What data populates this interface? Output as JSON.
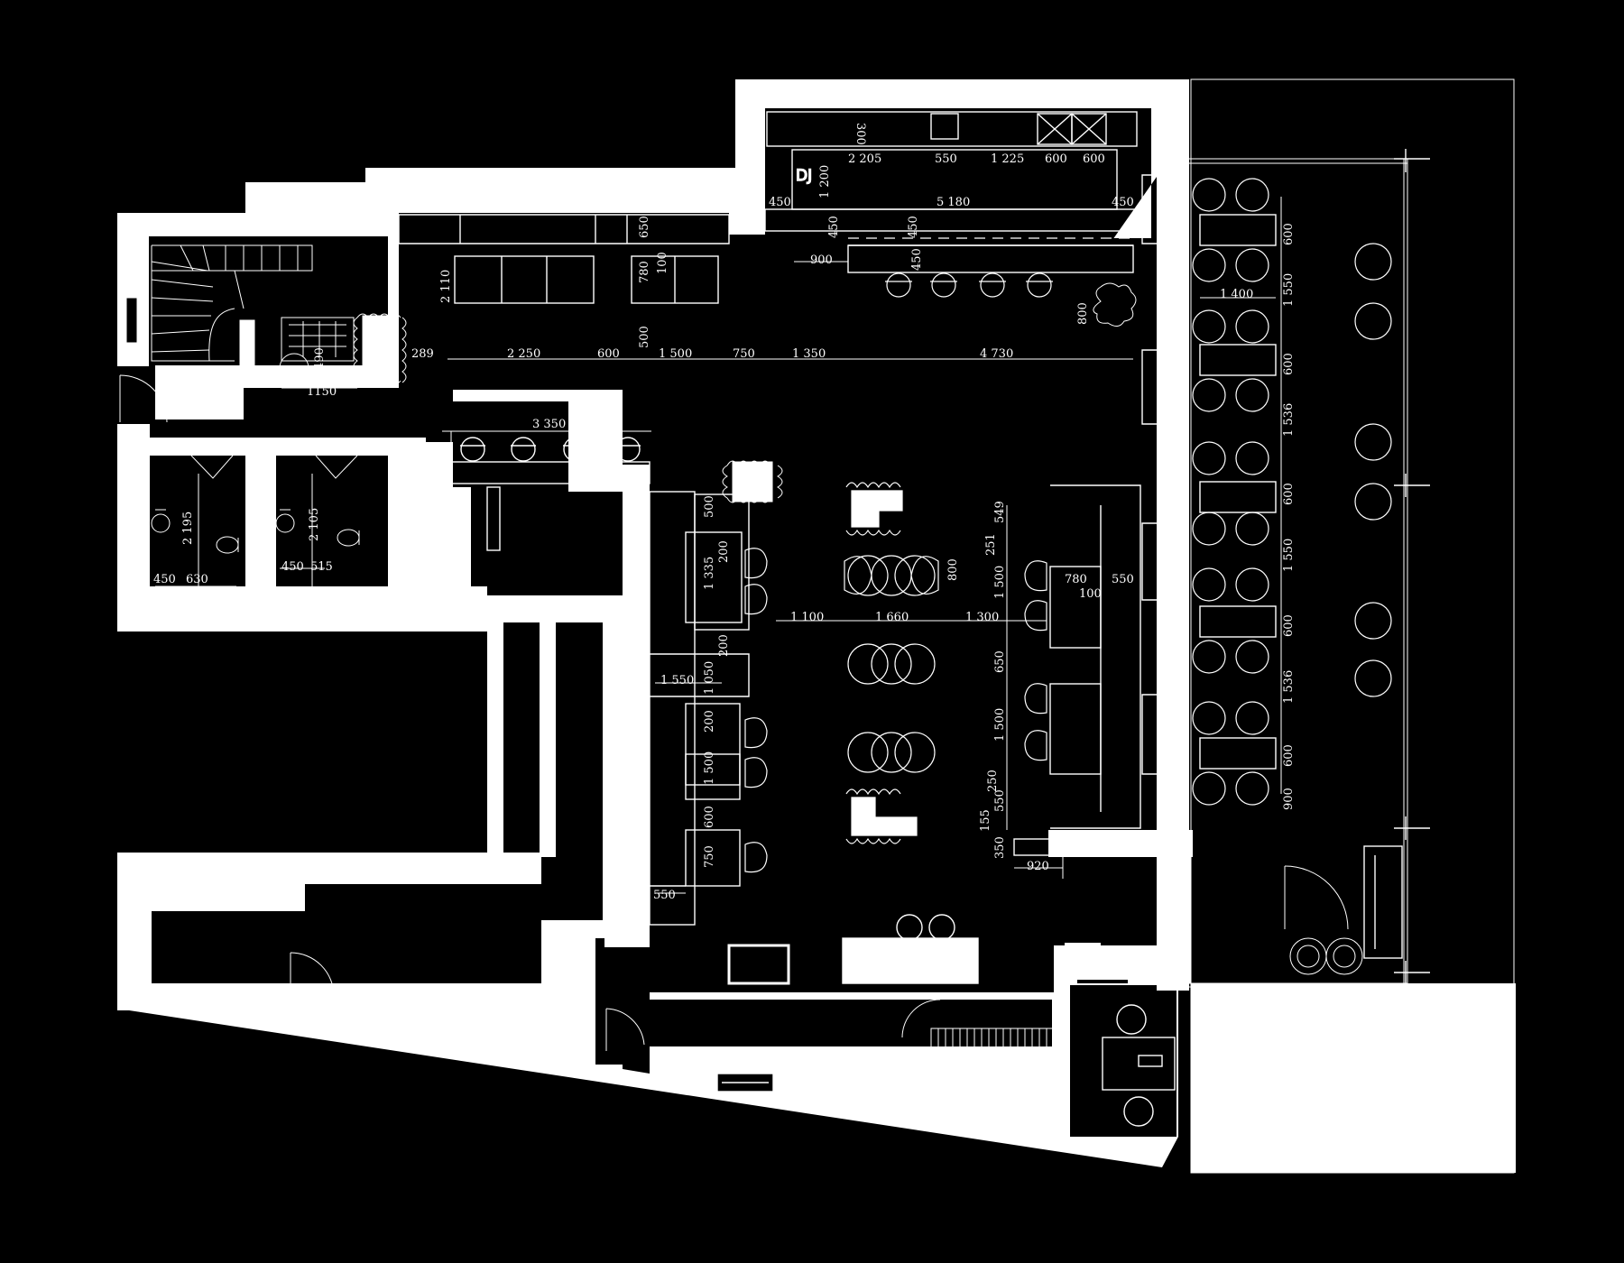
{
  "labels": {
    "dj": "DJ"
  },
  "dimensions": {
    "top_bar": [
      "300",
      "2 205",
      "550",
      "1 225",
      "600",
      "600",
      "1 200",
      "450",
      "5 180",
      "450",
      "450",
      "450",
      "450",
      "900"
    ],
    "north_row": [
      "650",
      "2 110",
      "780",
      "100",
      "500",
      "289",
      "2 250",
      "600",
      "1 500",
      "750",
      "1 350",
      "4 730",
      "800"
    ],
    "stairs": [
      "490",
      "1150"
    ],
    "wc": [
      "2 195",
      "450",
      "630",
      "2 105",
      "450",
      "515"
    ],
    "counter": [
      "3 350",
      "350"
    ],
    "left_booths": [
      "500",
      "1 335",
      "200",
      "200",
      "1 050",
      "1 550",
      "200",
      "1 500",
      "600",
      "750",
      "550"
    ],
    "center": [
      "1 100",
      "1 660",
      "800",
      "1 300"
    ],
    "right_booths": [
      "549",
      "251",
      "1 500",
      "780",
      "550",
      "100",
      "650",
      "1 500",
      "250",
      "550",
      "155",
      "350",
      "920"
    ],
    "terrace": [
      "600",
      "1 550",
      "1 400",
      "600",
      "1 536",
      "600",
      "1 550",
      "600",
      "1 536",
      "600",
      "900"
    ]
  }
}
